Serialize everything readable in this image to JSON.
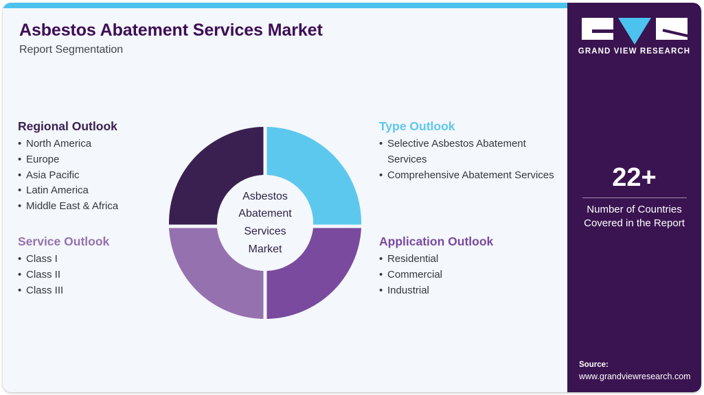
{
  "header": {
    "title": "Asbestos Abatement Services Market",
    "subtitle": "Report Segmentation"
  },
  "colors": {
    "accent_bar": "#4cc3ee",
    "card_bg": "#f4f7fb",
    "sidebar_bg": "#3a1450",
    "title": "#3d0e55",
    "donut_dark_purple": "#3a2050",
    "donut_light_blue": "#5dc8ee",
    "donut_medium_purple": "#7a4a9e",
    "donut_muted_purple": "#9671b0"
  },
  "segments": {
    "regional": {
      "heading": "Regional Outlook",
      "heading_color": "#3a2050",
      "items": [
        "North America",
        "Europe",
        "Asia Pacific",
        "Latin America",
        "Middle East & Africa"
      ]
    },
    "service": {
      "heading": "Service Outlook",
      "heading_color": "#9671b0",
      "items": [
        "Class I",
        "Class II",
        "Class III"
      ]
    },
    "type": {
      "heading": "Type Outlook",
      "heading_color": "#5dc8ee",
      "items": [
        "Selective Asbestos Abatement Services",
        "Comprehensive Abatement Services"
      ]
    },
    "application": {
      "heading": "Application Outlook",
      "heading_color": "#7a4a9e",
      "items": [
        "Residential",
        "Commercial",
        "Industrial"
      ]
    }
  },
  "donut": {
    "center_lines": [
      "Asbestos",
      "Abatement",
      "Services",
      "Market"
    ],
    "slices": [
      {
        "name": "Type Outlook",
        "color": "#5dc8ee",
        "value": 25,
        "position": "top-right"
      },
      {
        "name": "Application Outlook",
        "color": "#7a4a9e",
        "value": 25,
        "position": "bottom-right"
      },
      {
        "name": "Service Outlook",
        "color": "#9671b0",
        "value": 25,
        "position": "bottom-left"
      },
      {
        "name": "Regional Outlook",
        "color": "#3a2050",
        "value": 25,
        "position": "top-left"
      }
    ]
  },
  "sidebar": {
    "logo_text": "GRAND VIEW RESEARCH",
    "stat_value": "22+",
    "stat_label_line1": "Number of Countries",
    "stat_label_line2": "Covered in the Report",
    "source_label": "Source:",
    "source_url": "www.grandviewresearch.com"
  }
}
